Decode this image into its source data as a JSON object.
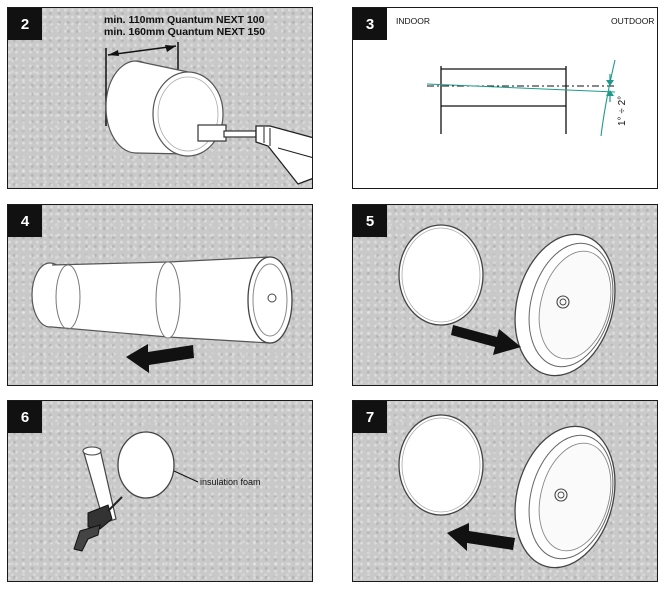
{
  "steps": [
    {
      "number": "2",
      "label_line1": "min. 110mm Quantum NEXT 100",
      "label_line2": "min. 160mm Quantum NEXT 150"
    },
    {
      "number": "3",
      "indoor_label": "INDOOR",
      "outdoor_label": "OUTDOOR",
      "angle_label": "1° ÷ 2°"
    },
    {
      "number": "4"
    },
    {
      "number": "5"
    },
    {
      "number": "6",
      "foam_label": "insulation foam"
    },
    {
      "number": "7"
    }
  ],
  "colors": {
    "badge": "#111111",
    "accent_teal": "#1f9a8a",
    "concrete": "#c9c9c9",
    "line": "#1a1a1a"
  }
}
